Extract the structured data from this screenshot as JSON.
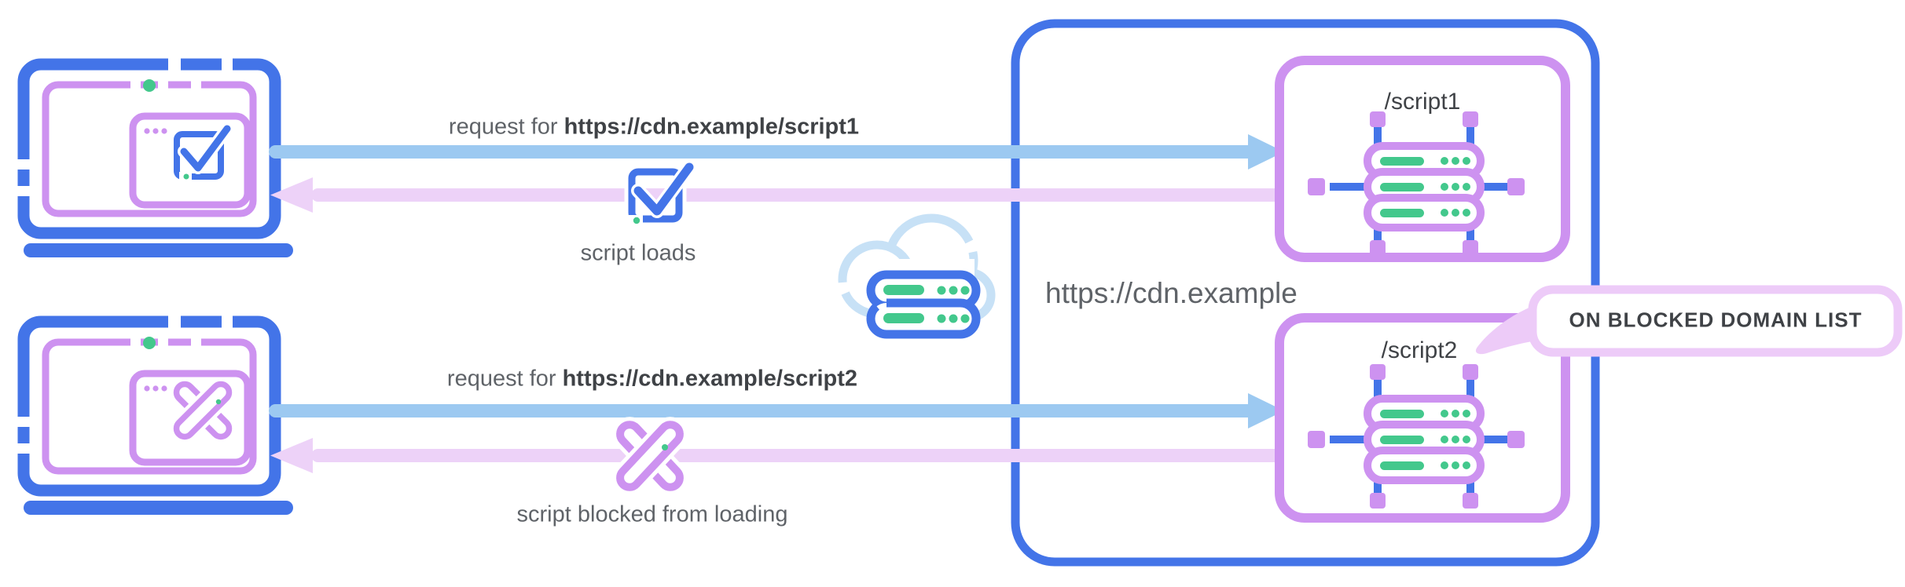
{
  "rows": [
    {
      "request_prefix": "request for",
      "request_url": "https://cdn.example/script1",
      "result": "script loads"
    },
    {
      "request_prefix": "request for",
      "request_url": "https://cdn.example/script2",
      "result": "script blocked from loading"
    }
  ],
  "cdn": {
    "label": "https://cdn.example",
    "endpoints": [
      {
        "label": "/script1"
      },
      {
        "label": "/script2"
      }
    ]
  },
  "callout": {
    "label": "ON BLOCKED DOMAIN LIST"
  },
  "icons": {
    "laptop_allowed": "laptop-with-checkmark-icon",
    "laptop_blocked": "laptop-with-cross-icon",
    "result_allowed": "checkbox-checkmark-icon",
    "result_blocked": "cross-icon",
    "network": "cloud-server-icon",
    "endpoint": "server-chip-icon",
    "callout": "speech-bubble-icon"
  },
  "colors": {
    "blue": "#4374E8",
    "light_blue": "#9CC9F1",
    "pale_blue": "#C7E1F6",
    "purple": "#CD92F0",
    "light_purple": "#EDD2F8",
    "callout_border": "#EDCBF8",
    "green": "#43C88C",
    "text_gray": "#5F6368",
    "text_dark": "#3F4246"
  }
}
